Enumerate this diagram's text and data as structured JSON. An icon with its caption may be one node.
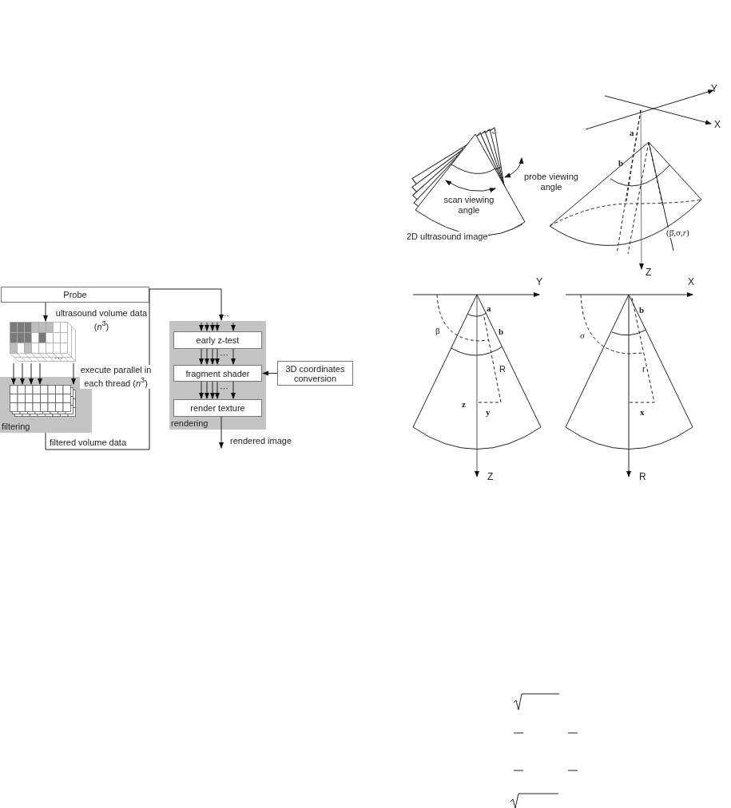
{
  "diagram": {
    "nodes": [
      {
        "text": [
          "Probe"
        ]
      },
      {
        "text": [],
        "shape": "box",
        "beside": [
          "ultrasound volume data (*n*$^{3}$)"
        ]
      },
      {
        "text": [
          "filtering"
        ]
      },
      {
        "text": [],
        "shape": "box",
        "in": 2
      },
      {
        "text": [
          "rendering"
        ]
      },
      {
        "text": [
          "early z-test"
        ],
        "in": 4
      },
      {
        "text": [
          "fragment shader"
        ],
        "in": 4
      },
      {
        "text": [
          "render texture"
        ],
        "in": 4
      },
      {
        "text": [
          "3D coordinates conversion"
        ]
      }
    ],
    "edges": [
      {
        "from": 0,
        "to": 1,
        "arrow": "to"
      },
      {
        "from": 1,
        "to": 3,
        "arrow": "to"
      },
      {
        "from": 1,
        "to": 3,
        "arrow": "to"
      },
      {
        "from": 1,
        "to": 3,
        "arrow": "to"
      },
      {
        "from": 1,
        "to": 3,
        "arrow": "to"
      },
      {
        "from": 1,
        "to": 3,
        "arrow": "to",
        "label": "execute parallel in each thread (*n*$^{3}$)"
      },
      {
        "from": 2,
        "to": 4,
        "arrow": "to",
        "label": "filtered volume data"
      },
      {
        "from": null,
        "to": 5,
        "arrow": "to"
      },
      {
        "from": null,
        "to": 5,
        "arrow": "to"
      },
      {
        "from": null,
        "to": 5,
        "arrow": "to"
      },
      {
        "from": null,
        "to": 5,
        "arrow": "to"
      },
      {
        "from": null,
        "to": 5,
        "arrow": "to"
      },
      {
        "from": 5,
        "to": 6,
        "arrow": "to"
      },
      {
        "from": 5,
        "to": 6,
        "arrow": "to"
      },
      {
        "from": 5,
        "to": 6,
        "arrow": "to"
      },
      {
        "from": 5,
        "to": 6,
        "arrow": "to"
      },
      {
        "from": 5,
        "to": 6,
        "arrow": "to"
      },
      {
        "from": 6,
        "to": 7,
        "arrow": "to"
      },
      {
        "from": 6,
        "to": 7,
        "arrow": "to"
      },
      {
        "from": 6,
        "to": 7,
        "arrow": "to"
      },
      {
        "from": 6,
        "to": 7,
        "arrow": "to"
      },
      {
        "from": 6,
        "to": 7,
        "arrow": "to"
      },
      {
        "from": 8,
        "to": 6,
        "arrow": "to"
      },
      {
        "from": 7,
        "to": null,
        "arrow": "to",
        "label": "rendered image"
      }
    ],
    "labels": [
      "···",
      "···",
      "···",
      "···",
      "Y",
      "X",
      "probe viewing angle",
      "scan viewing angle",
      "2D ultrasound image",
      "a",
      "b",
      "(β̇,σ,*r*)",
      "Z",
      "Y",
      "X",
      "a",
      "b",
      "β",
      "b",
      "σ",
      "R",
      "r",
      "z",
      "y",
      "x",
      "Z",
      "R"
    ]
  }
}
